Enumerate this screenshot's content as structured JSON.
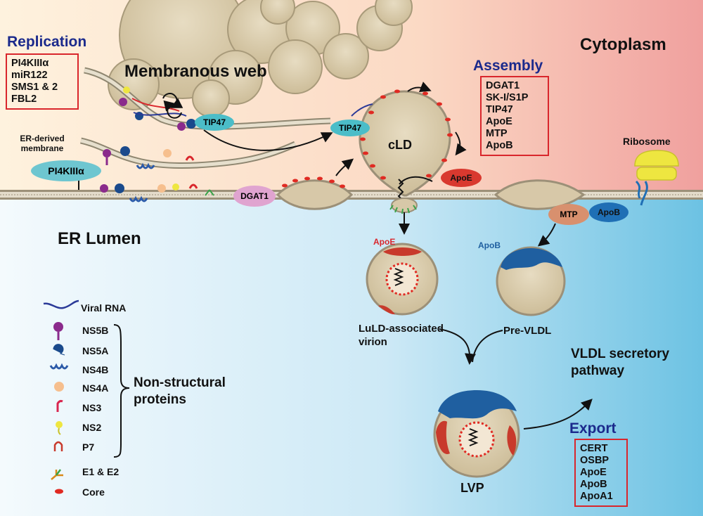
{
  "regions": {
    "cytoplasm": "Cytoplasm",
    "er_lumen": "ER Lumen"
  },
  "structures": {
    "membranous_web": "Membranous web",
    "er_membrane": "ER-derived membrane",
    "cld": "cLD",
    "ribosome": "Ribosome"
  },
  "replication": {
    "title": "Replication",
    "items": [
      "PI4KIIIα",
      "miR122",
      "SMS1 & 2",
      "FBL2"
    ]
  },
  "assembly": {
    "title": "Assembly",
    "items": [
      "DGAT1",
      "SK-I/S1P",
      "TIP47",
      "ApoE",
      "MTP",
      "ApoB"
    ]
  },
  "export": {
    "title": "Export",
    "items": [
      "CERT",
      "OSBP",
      "ApoE",
      "ApoB",
      "ApoA1"
    ]
  },
  "proteins": {
    "pi4k": "PI4KIIIα",
    "tip47_a": "TIP47",
    "tip47_b": "TIP47",
    "dgat1": "DGAT1",
    "apoe_cld": "ApoE",
    "mtp": "MTP",
    "apob_er": "ApoB"
  },
  "particles": {
    "luld_apoe": "ApoE",
    "prevldl_apob": "ApoB",
    "luld_caption": "LuLD-associated virion",
    "prevldl_caption": "Pre-VLDL",
    "lvp_caption": "LVP",
    "vldl_pathway": "VLDL secretory pathway"
  },
  "legend": {
    "viral_rna": "Viral RNA",
    "items": [
      "NS5B",
      "NS5A",
      "NS4B",
      "NS4A",
      "NS3",
      "NS2",
      "P7",
      "E1 & E2",
      "Core"
    ],
    "group_label": "Non-structural proteins"
  },
  "colors": {
    "cytoplasm_bg": "#fdebd8",
    "cytoplasm_right": "#f2a9a4",
    "lumen_bg": "#e9f5fb",
    "lumen_right": "#7dc8e6",
    "heading_blue": "#1b2a8c",
    "box_red": "#d9262c",
    "vesicle": "#d7c8a8",
    "tip47": "#4bbdc8",
    "apoe": "#d9392f",
    "apob": "#1f6fb5",
    "dgat1": "#e0a4d0",
    "mtp": "#d8906e",
    "ribosome": "#eee640"
  }
}
